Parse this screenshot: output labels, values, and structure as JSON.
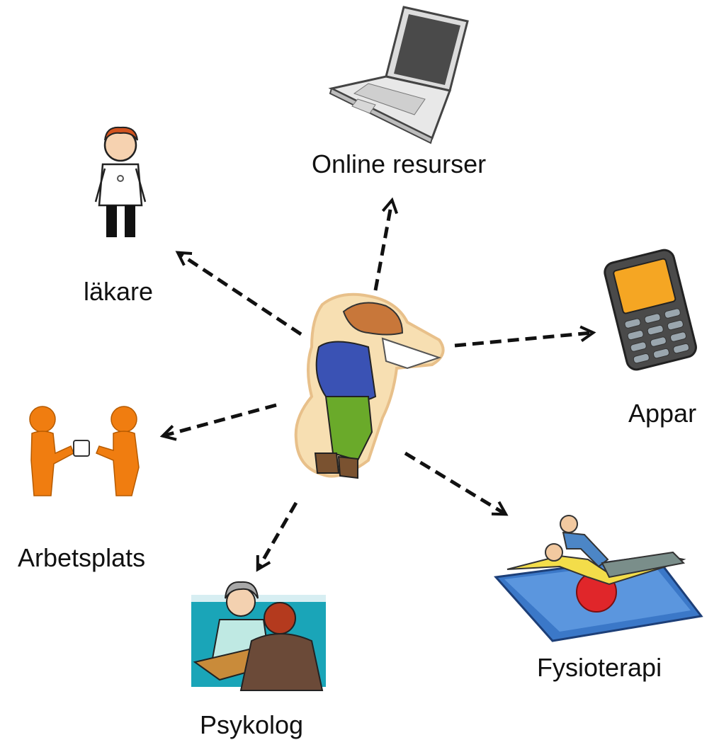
{
  "diagram": {
    "center": {
      "icon": "sneezing-boy-icon"
    },
    "nodes": [
      {
        "id": "online",
        "label": "Online resurser",
        "icon": "laptop-icon"
      },
      {
        "id": "lakare",
        "label": "läkare",
        "icon": "doctor-icon"
      },
      {
        "id": "appar",
        "label": "Appar",
        "icon": "mobile-phone-icon"
      },
      {
        "id": "arbetsplats",
        "label": "Arbetsplats",
        "icon": "coworkers-icon"
      },
      {
        "id": "psykolog",
        "label": "Psykolog",
        "icon": "psychologist-icon"
      },
      {
        "id": "fysioterapi",
        "label": "Fysioterapi",
        "icon": "physiotherapy-icon"
      }
    ],
    "arrow_style": "dashed",
    "colors": {
      "arrow": "#111111",
      "text": "#111111"
    }
  }
}
